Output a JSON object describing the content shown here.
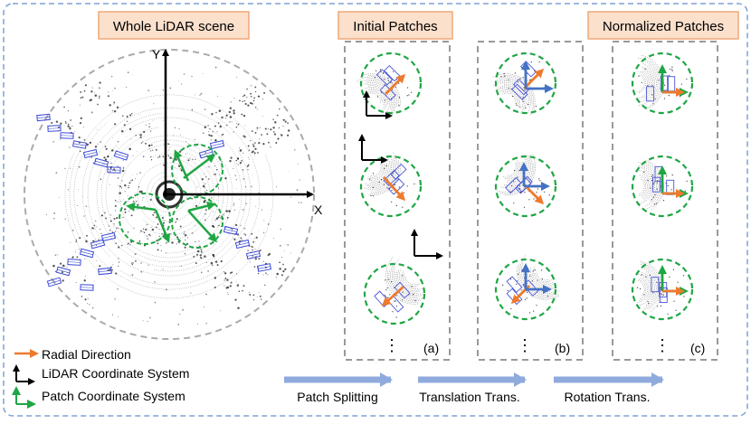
{
  "titles": {
    "scene": "Whole LiDAR scene",
    "initial": "Initial Patches",
    "normalized": "Normalized Patches"
  },
  "axes": {
    "x": "X",
    "y": "Y"
  },
  "panels": {
    "a": "(a)",
    "b": "(b)",
    "c": "(c)",
    "ellipsis": "⋮"
  },
  "legend": {
    "radial": "Radial Direction",
    "lidar": "LiDAR Coordinate System",
    "patch": "Patch Coordinate System"
  },
  "steps": {
    "split": "Patch Splitting",
    "translate": "Translation Trans.",
    "rotate": "Rotation Trans."
  },
  "colors": {
    "orange": "#ee7a2d",
    "green": "#1fa644",
    "blue_arrow": "#4472c4",
    "box_fill": "#fbe0cc",
    "box_border": "#f0a878",
    "dash": "#999999",
    "outer_border": "#7ea2d6",
    "step_arrow": "#8faadc",
    "black": "#000000"
  }
}
